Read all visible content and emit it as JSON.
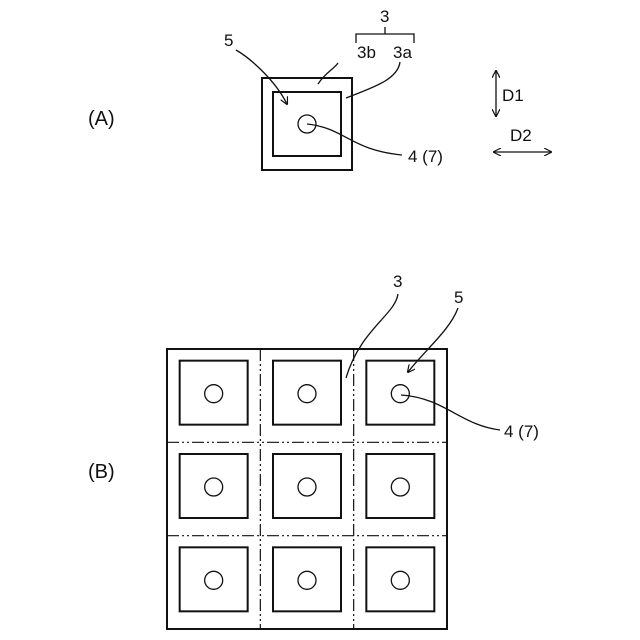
{
  "figure": {
    "panel_a": {
      "label": "(A)",
      "ref_3": "3",
      "ref_3b": "3b",
      "ref_3a": "3a",
      "ref_5": "5",
      "ref_4_7": "4 (7)",
      "dir_d1": "D1",
      "dir_d2": "D2"
    },
    "panel_b": {
      "label": "(B)",
      "ref_3": "3",
      "ref_5": "5",
      "ref_4_7": "4 (7)",
      "grid_rows": 3,
      "grid_cols": 3
    }
  }
}
